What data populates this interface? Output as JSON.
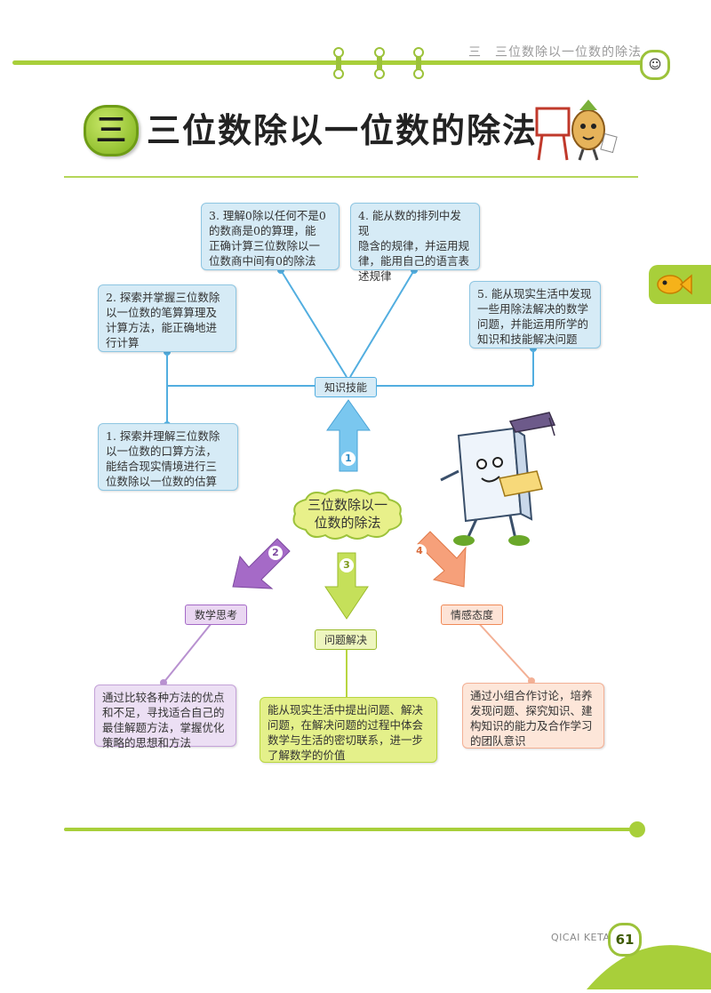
{
  "header": {
    "running_title": "三　三位数除以一位数的除法"
  },
  "title": {
    "badge": "三",
    "text": "三位数除以一位数的除法"
  },
  "center": {
    "line1": "三位数除以一",
    "line2": "位数的除法"
  },
  "arrows": [
    "1",
    "2",
    "3",
    "4"
  ],
  "categories": {
    "knowledge": "知识技能",
    "math_thinking": "数学思考",
    "problem_solving": "问题解决",
    "attitude": "情感态度"
  },
  "knowledge_items": [
    [
      "1. 探索并理解三位数除",
      "以一位数的口算方法，",
      "能结合现实情境进行三",
      "位数除以一位数的估算"
    ],
    [
      "2. 探索并掌握三位数除",
      "以一位数的笔算算理及",
      "计算方法，能正确地进",
      "行计算"
    ],
    [
      "3. 理解0除以任何不是0",
      "的数商是0的算理，能",
      "正确计算三位数除以一",
      "位数商中间有0的除法"
    ],
    [
      "4. 能从数的排列中发现",
      "隐含的规律，并运用规",
      "律，能用自己的语言表",
      "述规律"
    ],
    [
      "5. 能从现实生活中发现",
      "一些用除法解决的数学",
      "问题，并能运用所学的",
      "知识和技能解决问题"
    ]
  ],
  "math_thinking_text": [
    "通过比较各种方法的优点",
    "和不足，寻找适合自己的",
    "最佳解题方法，掌握优化",
    "策略的思想和方法"
  ],
  "problem_solving_text": [
    "能从现实生活中提出问题、解决",
    "问题，在解决问题的过程中体会",
    "数学与生活的密切联系，进一步",
    "了解数学的价值"
  ],
  "attitude_text": [
    "通过小组合作讨论，培养",
    "发现问题、探究知识、建",
    "构知识的能力及合作学习",
    "的团队意识"
  ],
  "footer": {
    "brand": "QICAI KETANG",
    "page": "61"
  },
  "colors": {
    "accent_green": "#a8cf3a",
    "knowledge_blue": "#52aee0",
    "thinking_purple": "#9a5fb8",
    "solving_green": "#b8d640",
    "attitude_orange": "#f08a58"
  }
}
